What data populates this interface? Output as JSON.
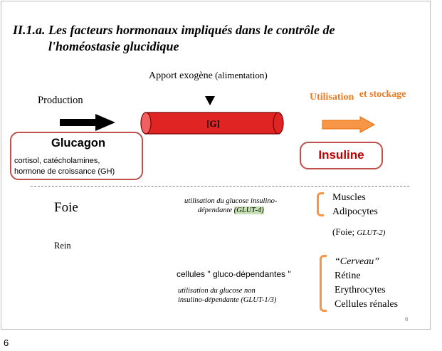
{
  "title": {
    "line1": "II.1.a. Les facteurs hormonaux impliqués dans le contrôle de",
    "line2": "l'homéostasie  glucidique"
  },
  "apport": "Apport exogène",
  "apport_paren": " (alimentation)",
  "production": "Production",
  "utilisation": "Utilisation",
  "stockage": "et stockage",
  "tube_label": "[G]",
  "glucagon": {
    "title": "Glucagon",
    "line1": "cortisol, catécholamines,",
    "line2": "hormone de croissance (GH)"
  },
  "insuline": "Insuline",
  "foie": "Foie",
  "rein": "Rein",
  "insulin_dep": {
    "line1": "utilisation du glucose insulino-",
    "line2_a": "dépendante ",
    "line2_glut": "(GLUT-4)"
  },
  "muscles": "Muscles",
  "adipocytes": "Adipocytes",
  "foie_glut_a": "(Foie; ",
  "foie_glut_b": "GLUT-2)",
  "gluco_dep": "cellules \" gluco-dépendantes \"",
  "non_insulin": {
    "line1": "utilisation du glucose non",
    "line2": "insulino-dépendante (GLUT-1/3)"
  },
  "cerveau": "“Cerveau”",
  "retine": "Rétine",
  "erythrocytes": "Erythrocytes",
  "cellules_renales": "Cellules rénales",
  "slide_number": "6",
  "page_number": "6",
  "colors": {
    "accent_orange": "#f07a1f",
    "box_border": "#c0504d",
    "tube_red": "#e02424",
    "insuline_red": "#c00000",
    "glut4_highlight": "#c6e0b4"
  }
}
